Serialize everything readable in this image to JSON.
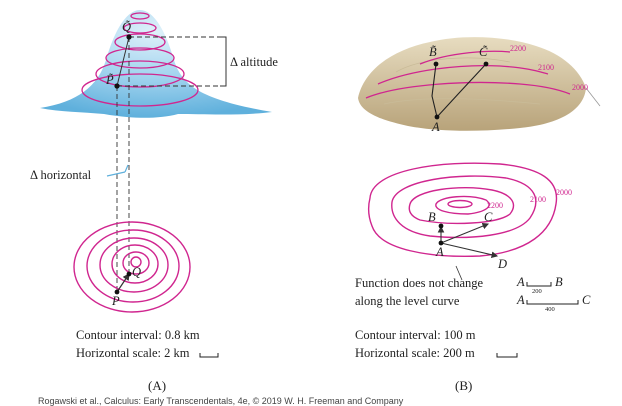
{
  "panel_a": {
    "point_q": "Q̃",
    "point_p": "P̃",
    "altitude_label": "Δ altitude",
    "horizontal_label": "Δ horizontal",
    "map_point_q": "Q",
    "map_point_p": "P",
    "contour_interval": "Contour interval: 0.8 km",
    "horizontal_scale": "Horizontal scale: 2 km",
    "panel_label": "(A)"
  },
  "panel_b": {
    "point_b": "B̃",
    "point_c": "C̃",
    "point_a": "A",
    "level_labels": [
      "2200",
      "2100",
      "2000"
    ],
    "map_point_a": "A",
    "map_point_b": "B",
    "map_point_c": "C",
    "map_point_d": "D",
    "note_line1": "Function does not change",
    "note_line2": "along the level curve",
    "scale_1_from": "A",
    "scale_1_to": "B",
    "scale_1_value": "200",
    "scale_2_from": "A",
    "scale_2_to": "C",
    "scale_2_value": "400",
    "contour_interval": "Contour interval: 100 m",
    "horizontal_scale": "Horizontal scale: 200 m",
    "panel_label": "(B)"
  },
  "credit": "Rogawski et al., Calculus: Early Transcendentals, 4e, © 2019 W. H. Freeman and Company",
  "colors": {
    "contour": "#d0268f",
    "mountain_light": "#dff1fa",
    "mountain_dark": "#5fb0dc",
    "terrain_light": "#e7dcc0",
    "terrain_dark": "#b8a37a"
  }
}
